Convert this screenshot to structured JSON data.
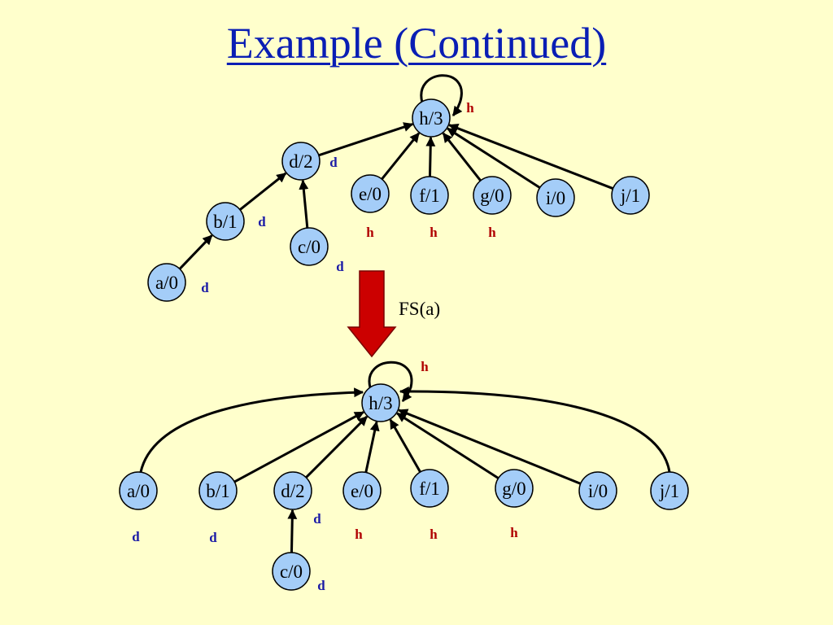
{
  "title": "Example (Continued)",
  "colors": {
    "title": "#0a1eb4",
    "background": "#ffffcc",
    "node_fill": "#a4cdf8",
    "tag_d": "#1a1aa6",
    "tag_h": "#b00000",
    "arrow": "#cc0000"
  },
  "operation_label": "FS(a)",
  "before": {
    "nodes": [
      {
        "id": "h",
        "label": "h/3",
        "tag": "h"
      },
      {
        "id": "d",
        "label": "d/2",
        "tag": "d"
      },
      {
        "id": "e",
        "label": "e/0",
        "tag": "h"
      },
      {
        "id": "f",
        "label": "f/1",
        "tag": "h"
      },
      {
        "id": "g",
        "label": "g/0",
        "tag": "h"
      },
      {
        "id": "i",
        "label": "i/0",
        "tag": ""
      },
      {
        "id": "j",
        "label": "j/1",
        "tag": ""
      },
      {
        "id": "b",
        "label": "b/1",
        "tag": "d"
      },
      {
        "id": "c",
        "label": "c/0",
        "tag": "d"
      },
      {
        "id": "a",
        "label": "a/0",
        "tag": "d"
      }
    ],
    "edges": [
      {
        "from": "d",
        "to": "h"
      },
      {
        "from": "e",
        "to": "h"
      },
      {
        "from": "f",
        "to": "h"
      },
      {
        "from": "g",
        "to": "h"
      },
      {
        "from": "i",
        "to": "h"
      },
      {
        "from": "j",
        "to": "h"
      },
      {
        "from": "b",
        "to": "d"
      },
      {
        "from": "c",
        "to": "d"
      },
      {
        "from": "a",
        "to": "b"
      },
      {
        "from": "h",
        "to": "h"
      }
    ]
  },
  "after": {
    "nodes": [
      {
        "id": "h",
        "label": "h/3",
        "tag": "h"
      },
      {
        "id": "a",
        "label": "a/0",
        "tag": "d"
      },
      {
        "id": "b",
        "label": "b/1",
        "tag": "d"
      },
      {
        "id": "d",
        "label": "d/2",
        "tag": "d"
      },
      {
        "id": "e",
        "label": "e/0",
        "tag": "h"
      },
      {
        "id": "f",
        "label": "f/1",
        "tag": "h"
      },
      {
        "id": "g",
        "label": "g/0",
        "tag": "h"
      },
      {
        "id": "i",
        "label": "i/0",
        "tag": ""
      },
      {
        "id": "j",
        "label": "j/1",
        "tag": ""
      },
      {
        "id": "c",
        "label": "c/0",
        "tag": "d"
      }
    ],
    "edges": [
      {
        "from": "a",
        "to": "h"
      },
      {
        "from": "b",
        "to": "h"
      },
      {
        "from": "d",
        "to": "h"
      },
      {
        "from": "e",
        "to": "h"
      },
      {
        "from": "f",
        "to": "h"
      },
      {
        "from": "g",
        "to": "h"
      },
      {
        "from": "i",
        "to": "h"
      },
      {
        "from": "j",
        "to": "h"
      },
      {
        "from": "c",
        "to": "d"
      },
      {
        "from": "h",
        "to": "h"
      }
    ]
  }
}
